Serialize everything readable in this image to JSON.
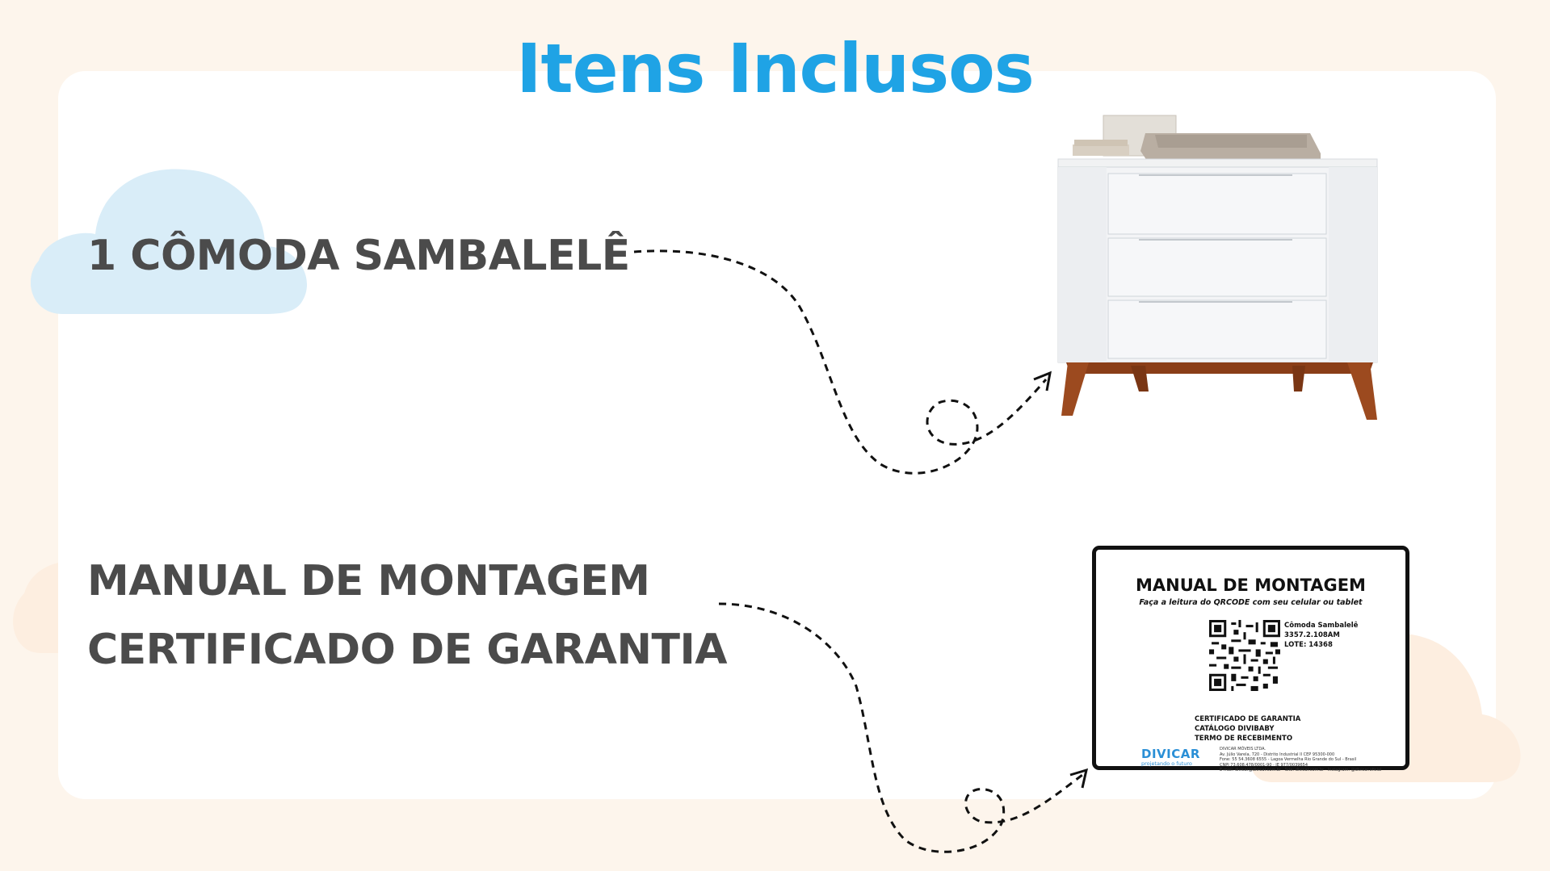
{
  "page": {
    "title": "Itens Inclusos"
  },
  "items": [
    {
      "label": "1 CÔMODA SAMBALELÊ"
    },
    {
      "label_line1": "MANUAL DE MONTAGEM",
      "label_line2": "CERTIFICADO DE GARANTIA"
    }
  ],
  "manual_card": {
    "title": "MANUAL DE MONTAGEM",
    "subtitle": "Faça a leitura do QRCODE com seu celular ou tablet",
    "product_name": "Cômoda Sambalelê",
    "product_code": "3357.2.108AM",
    "lot": "LOTE: 14368",
    "docs": [
      "CERTIFICADO DE GARANTIA",
      "CATÁLOGO DIVIBABY",
      "TERMO DE RECEBIMENTO"
    ],
    "brand": "DIVICAR",
    "brand_tagline": "projetando o futuro",
    "fine_print": [
      "DIVICAR MÓVEIS LTDA.",
      "Av. Júlio Varela, 720 - Distrito Industrial II CEP 95300-000",
      "Fone: 55 54.3608 6555 - Lagoa Vermelha Rio Grande do Sul - Brasil",
      "CNPJ 73.608.478/0001-90 · IE 977/0039654",
      "E-mail: divicar@divicar.com.br · Site: divicar.com.br · Instagram: @divicar.oficial"
    ]
  },
  "colors": {
    "background": "#fdf5ec",
    "panel": "#ffffff",
    "title": "#1fa3e5",
    "label": "#4b4b4b",
    "cloud_blue": "#d9edf8",
    "cloud_peach": "#fdeee0"
  }
}
